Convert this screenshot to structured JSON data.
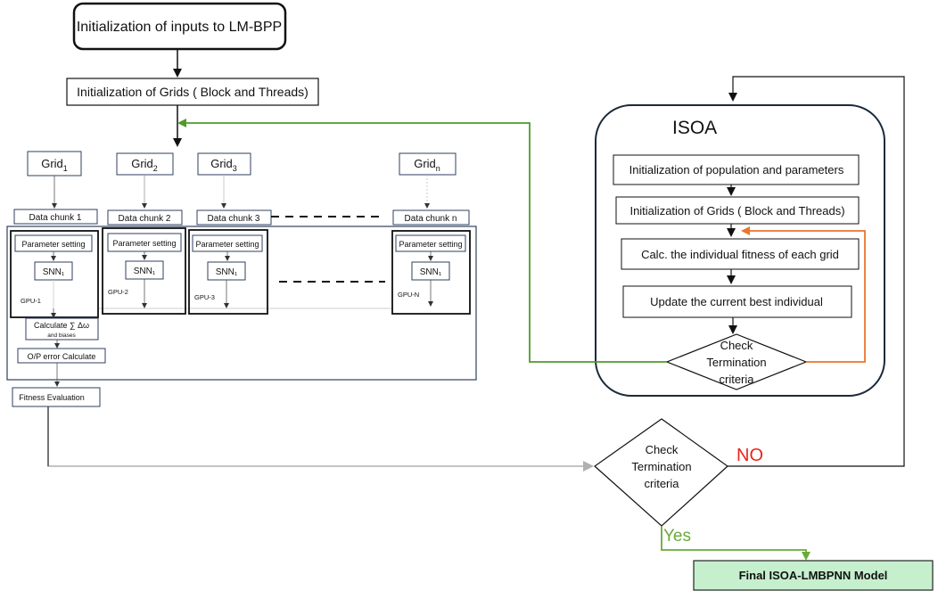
{
  "top": {
    "init_inputs": "Initialization of inputs to LM-BPP",
    "init_grids": "Initialization of Grids ( Block and Threads)"
  },
  "grids": [
    {
      "label": "Grid",
      "sub": "1",
      "chunk": "Data chunk 1",
      "param": "Parameter setting",
      "snn": "SNN₁",
      "gpu": "GPU-1"
    },
    {
      "label": "Grid",
      "sub": "2",
      "chunk": "Data chunk 2",
      "param": "Parameter setting",
      "snn": "SNN₁",
      "gpu": "GPU-2"
    },
    {
      "label": "Grid",
      "sub": "3",
      "chunk": "Data chunk 3",
      "param": "Parameter setting",
      "snn": "SNN₁",
      "gpu": "GPU-3"
    },
    {
      "label": "Grid",
      "sub": "n",
      "chunk": "Data chunk n",
      "param": "Parameter setting",
      "snn": "SNN₁",
      "gpu": "GPU-N"
    }
  ],
  "calc": {
    "line1": "Calculate ∑ Δω",
    "line2": "and biases",
    "op_error": "O/P error Calculate",
    "fitness": "Fitness Evaluation"
  },
  "isoa": {
    "title": "ISOA",
    "steps": [
      "Initialization of population and parameters",
      "Initialization of Grids ( Block and Threads)",
      "Calc. the individual fitness of each grid",
      "Update the current best individual"
    ],
    "check": [
      "Check",
      "Termination",
      "criteria"
    ]
  },
  "main_check": [
    "Check",
    "Termination",
    "criteria"
  ],
  "no_label": "NO",
  "yes_label": "Yes",
  "final_label": "Final ISOA-LMBPNN Model",
  "colors": {
    "green_loop": "#4e9a2a",
    "orange_loop": "#e8762d",
    "no_red": "#e8241c",
    "yes_green": "#6aaa3a",
    "final_fill": "#c6efce",
    "box_border": "#2f3f5f"
  }
}
